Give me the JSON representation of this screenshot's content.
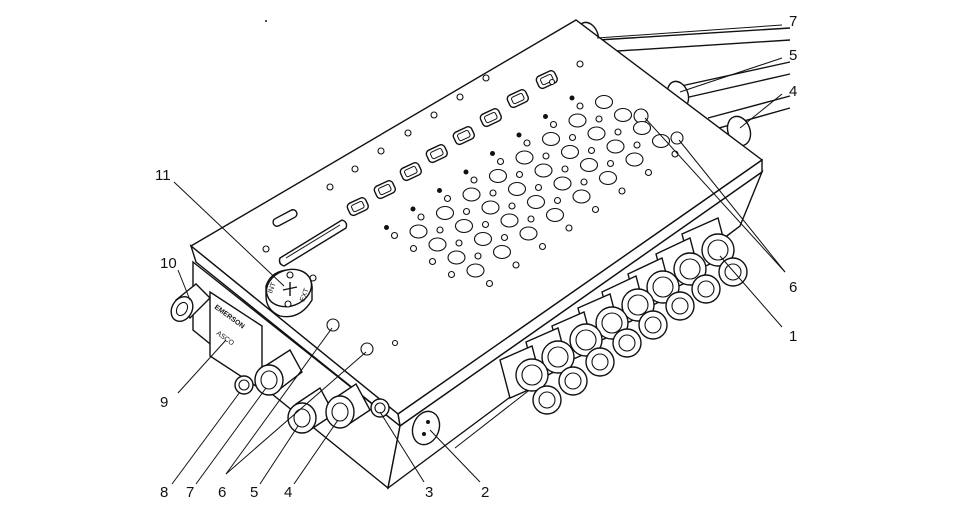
{
  "diagram": {
    "callouts": [
      {
        "id": "c7-top",
        "text": "7"
      },
      {
        "id": "c5-top",
        "text": "5"
      },
      {
        "id": "c4-top",
        "text": "4"
      },
      {
        "id": "c6-right",
        "text": "6"
      },
      {
        "id": "c1",
        "text": "1"
      },
      {
        "id": "c11",
        "text": "11"
      },
      {
        "id": "c10",
        "text": "10"
      },
      {
        "id": "c9",
        "text": "9"
      },
      {
        "id": "c8",
        "text": "8"
      },
      {
        "id": "c7-bottom",
        "text": "7"
      },
      {
        "id": "c6-bottom",
        "text": "6"
      },
      {
        "id": "c5-bottom",
        "text": "5"
      },
      {
        "id": "c4-bottom",
        "text": "4"
      },
      {
        "id": "c3",
        "text": "3"
      },
      {
        "id": "c2",
        "text": "2"
      }
    ],
    "label_plate_text": "EMERSON",
    "label_plate_sub": "ASCO",
    "dial_labels": {
      "left": "INT",
      "right": "EXT"
    }
  }
}
